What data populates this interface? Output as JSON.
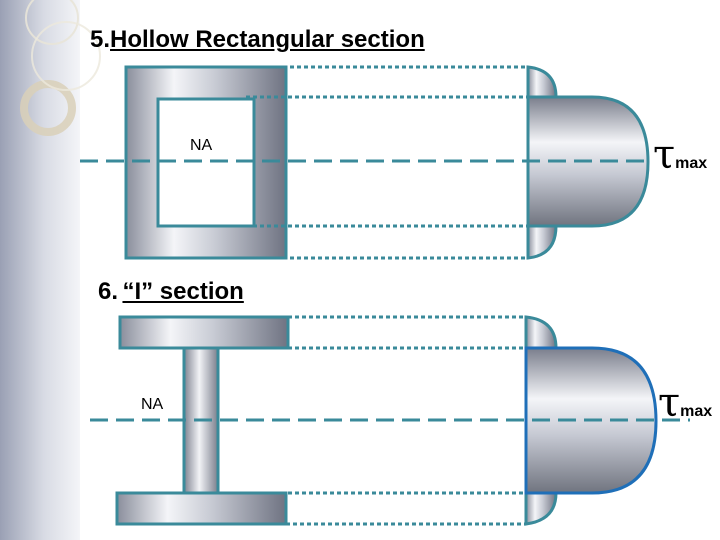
{
  "section_5": {
    "number": "5.",
    "title": "Hollow Rectangular section",
    "neutral_axis_label": "NA",
    "stress_symbol": "τ",
    "stress_subscript": "max"
  },
  "section_6": {
    "number": "6.",
    "title": "“I” section",
    "neutral_axis_label": "NA",
    "stress_symbol": "τ",
    "stress_subscript": "max"
  },
  "colors": {
    "outline": "#3a8a9a",
    "metal_light": "#f2f3f7",
    "metal_dark": "#7c8090",
    "decoration_ring": "#d9d0b8"
  }
}
